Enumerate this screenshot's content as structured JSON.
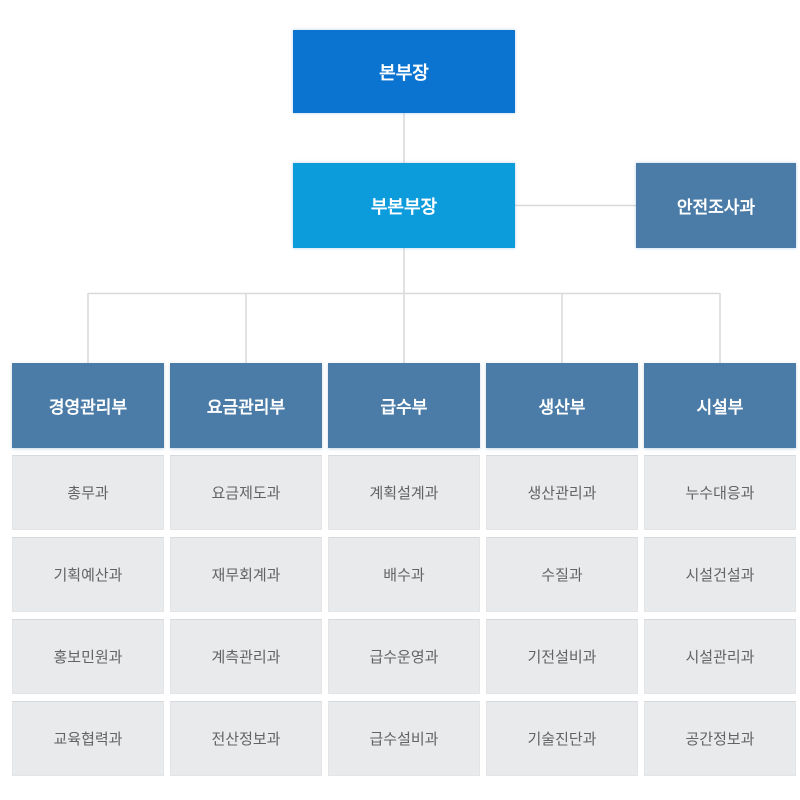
{
  "org": {
    "head": {
      "label": "본부장"
    },
    "deputy": {
      "label": "부본부장"
    },
    "side": {
      "label": "안전조사과"
    },
    "divisions": [
      {
        "name": "경영관리부",
        "teams": [
          "총무과",
          "기획예산과",
          "홍보민원과",
          "교육협력과"
        ]
      },
      {
        "name": "요금관리부",
        "teams": [
          "요금제도과",
          "재무회계과",
          "계측관리과",
          "전산정보과"
        ]
      },
      {
        "name": "급수부",
        "teams": [
          "계획설계과",
          "배수과",
          "급수운영과",
          "급수설비과"
        ]
      },
      {
        "name": "생산부",
        "teams": [
          "생산관리과",
          "수질과",
          "기전설비과",
          "기술진단과"
        ]
      },
      {
        "name": "시설부",
        "teams": [
          "누수대응과",
          "시설건설과",
          "시설관리과",
          "공간정보과"
        ]
      }
    ]
  },
  "colors": {
    "head_box": "#0b74d1",
    "deputy_box": "#0c9bdb",
    "division_box": "#4b7ca7",
    "team_cell_bg": "#e8eaec",
    "team_cell_text": "#636363",
    "connector_line": "#d9d9d9"
  }
}
